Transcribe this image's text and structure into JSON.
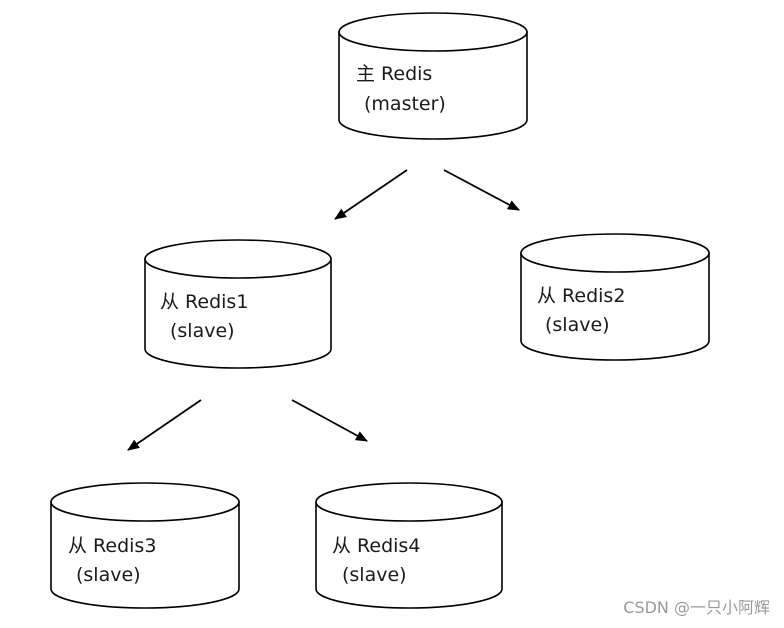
{
  "nodes": {
    "master": {
      "name": "主 Redis",
      "role": "(master)"
    },
    "redis1": {
      "name": "从 Redis1",
      "role": "(slave)"
    },
    "redis2": {
      "name": "从 Redis2",
      "role": "(slave)"
    },
    "redis3": {
      "name": "从 Redis3",
      "role": "(slave)"
    },
    "redis4": {
      "name": "从 Redis4",
      "role": "(slave)"
    }
  },
  "edges": [
    {
      "from": "master",
      "to": "redis1"
    },
    {
      "from": "master",
      "to": "redis2"
    },
    {
      "from": "redis1",
      "to": "redis3"
    },
    {
      "from": "redis1",
      "to": "redis4"
    }
  ],
  "watermark": "CSDN @一只小阿辉",
  "colors": {
    "stroke": "#000000",
    "fill": "#ffffff",
    "text": "#1a1a1a",
    "watermark": "#9a9a9a"
  }
}
